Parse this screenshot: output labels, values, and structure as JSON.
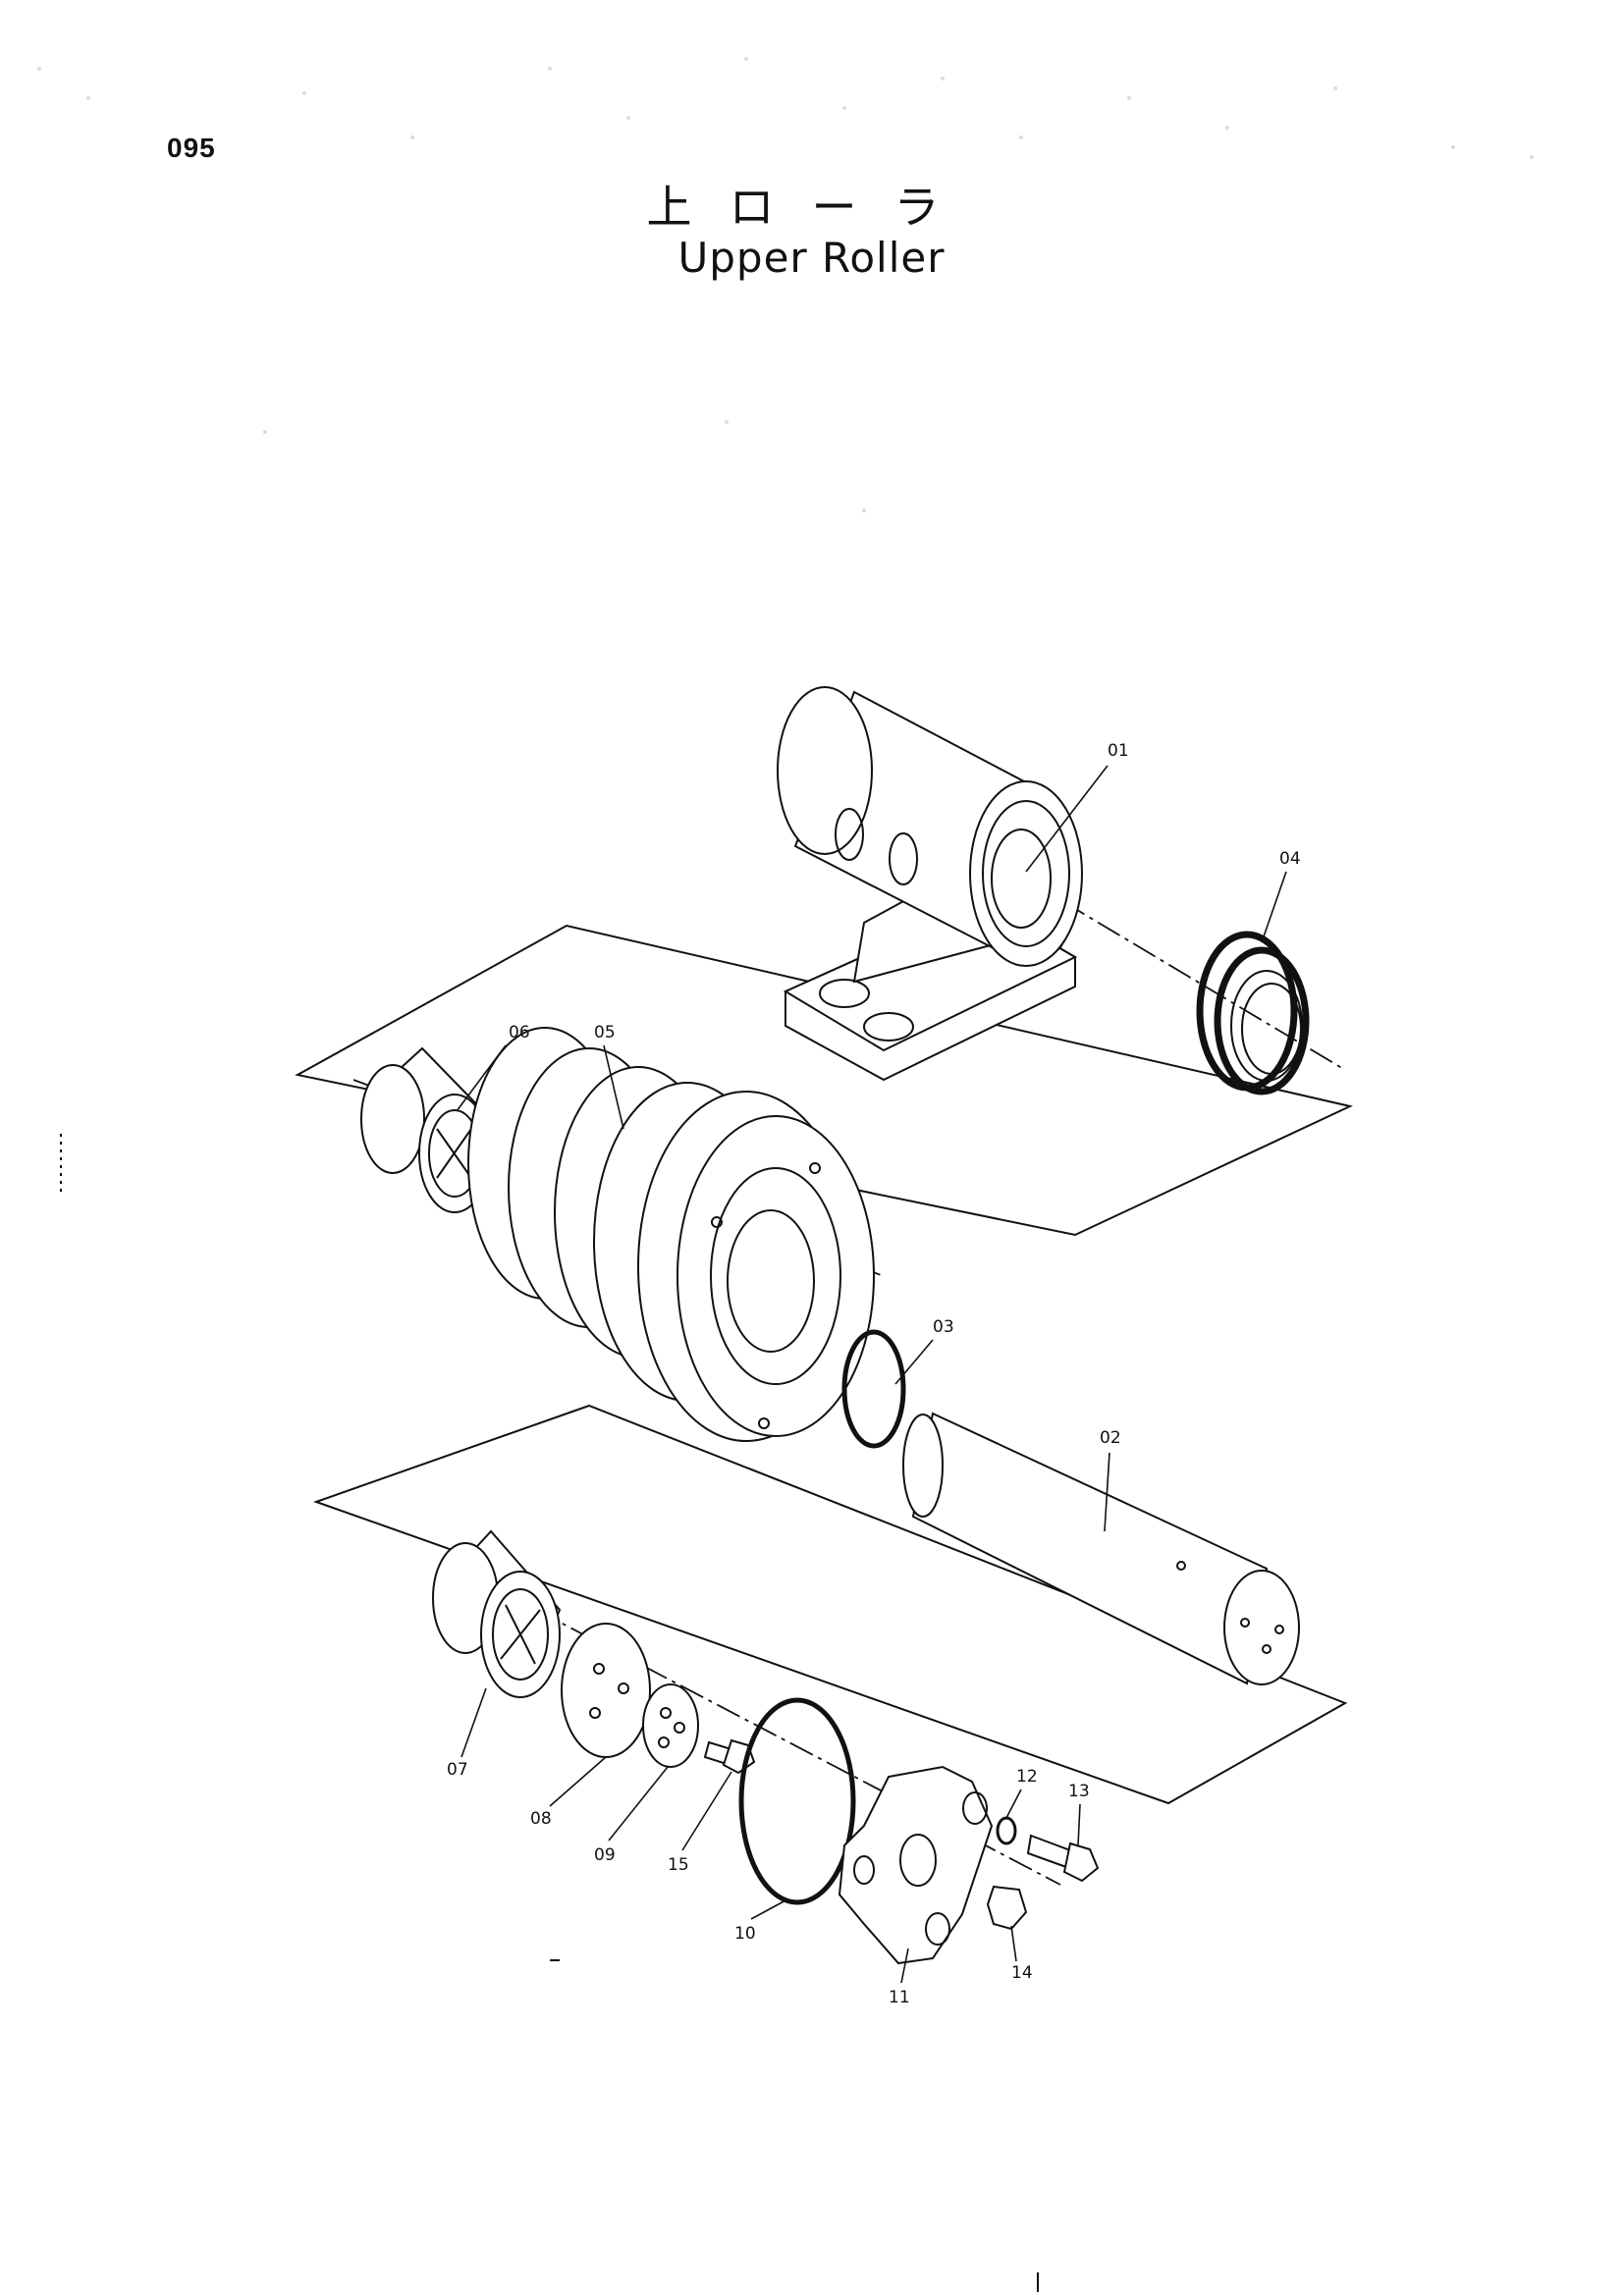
{
  "page_number": "095",
  "title_jp": "上ローラ",
  "title_en": "Upper Roller",
  "parts": [
    {
      "label": "01",
      "icon": "roller-bracket-icon"
    },
    {
      "label": "02",
      "icon": "shaft-icon"
    },
    {
      "label": "03",
      "icon": "o-ring-icon"
    },
    {
      "label": "04",
      "icon": "floating-seal-icon"
    },
    {
      "label": "05",
      "icon": "roller-icon"
    },
    {
      "label": "06",
      "icon": "bushing-icon"
    },
    {
      "label": "07",
      "icon": "bushing-icon"
    },
    {
      "label": "08",
      "icon": "thrust-plate-icon"
    },
    {
      "label": "09",
      "icon": "plate-icon"
    },
    {
      "label": "10",
      "icon": "o-ring-icon"
    },
    {
      "label": "11",
      "icon": "cover-icon"
    },
    {
      "label": "12",
      "icon": "washer-icon"
    },
    {
      "label": "13",
      "icon": "bolt-icon"
    },
    {
      "label": "14",
      "icon": "plug-icon"
    },
    {
      "label": "15",
      "icon": "bolt-icon"
    }
  ]
}
